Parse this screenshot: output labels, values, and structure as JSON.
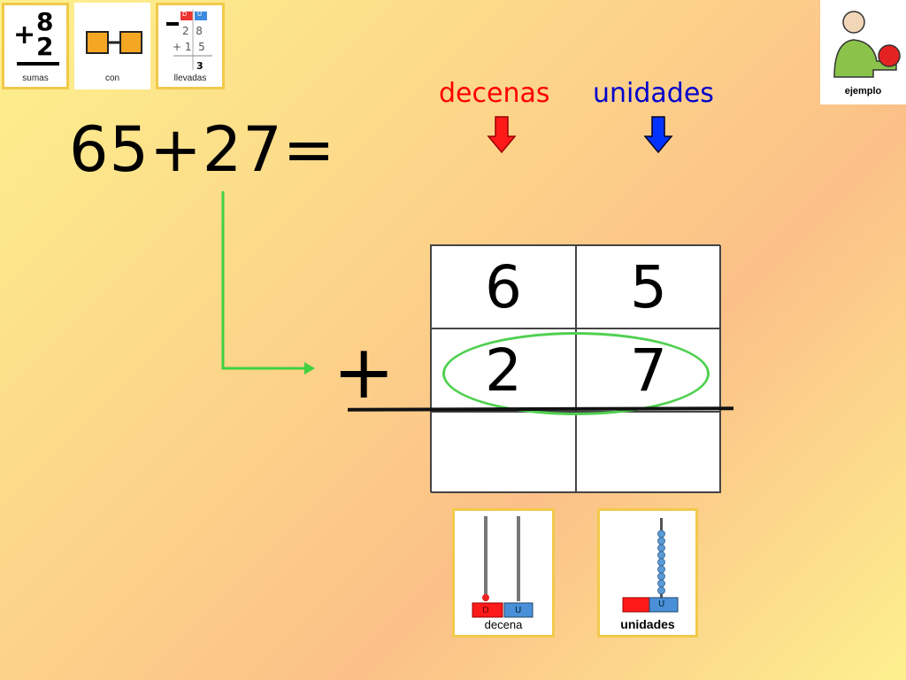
{
  "top_cards": {
    "sumas": {
      "label": "sumas",
      "top": "8",
      "sign": "+",
      "bottom": "2"
    },
    "con": {
      "label": "con"
    },
    "llevadas": {
      "label": "llevadas",
      "d": "D",
      "u": "U",
      "row1": "2  8",
      "row2": "+ 1  5",
      "carry": "3"
    }
  },
  "ejemplo_card": {
    "label": "ejemplo"
  },
  "equation": "65+27=",
  "columns": {
    "tens_label": "decenas",
    "units_label": "unidades",
    "tens_color": "#ff0000",
    "units_color": "#0000cc"
  },
  "grid": {
    "rows": [
      [
        "6",
        "5"
      ],
      [
        "2",
        "7"
      ],
      [
        "",
        ""
      ]
    ],
    "plus": "+"
  },
  "bottom_cards": {
    "decena": {
      "label": "decena",
      "d": "D",
      "u": "U"
    },
    "unidades": {
      "label": "unidades",
      "u": "U"
    }
  },
  "colors": {
    "green_line": "#40d040",
    "card_border": "#f2c94a",
    "red_block": "#ff1a1a",
    "blue_block": "#4a90d9"
  }
}
